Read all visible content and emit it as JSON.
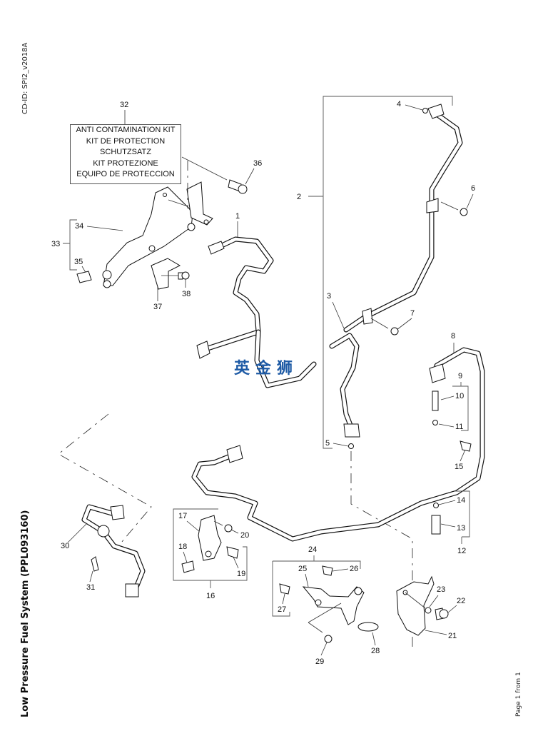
{
  "document": {
    "cd_id": "CD-ID: SPI2_v2018A",
    "title": "Low Pressure Fuel System (PPL093160)",
    "page_indicator": "Page 1 from 1",
    "watermark": "英金狮"
  },
  "kit_note": {
    "callout": "32",
    "lines": [
      "ANTI CONTAMINATION KIT",
      "KIT DE PROTECTION",
      "SCHUTZSATZ",
      "KIT PROTEZIONE",
      "EQUIPO DE PROTECCION"
    ]
  },
  "callouts": {
    "c1": "1",
    "c2": "2",
    "c3": "3",
    "c4": "4",
    "c5": "5",
    "c6": "6",
    "c7": "7",
    "c8": "8",
    "c9": "9",
    "c10": "10",
    "c11": "11",
    "c12": "12",
    "c13": "13",
    "c14": "14",
    "c15": "15",
    "c16": "16",
    "c17": "17",
    "c18": "18",
    "c19": "19",
    "c20": "20",
    "c21": "21",
    "c22": "22",
    "c23": "23",
    "c24": "24",
    "c25": "25",
    "c26": "26",
    "c27": "27",
    "c28": "28",
    "c29": "29",
    "c30": "30",
    "c31": "31",
    "c33": "33",
    "c34": "34",
    "c35": "35",
    "c36": "36",
    "c37": "37",
    "c38": "38"
  }
}
